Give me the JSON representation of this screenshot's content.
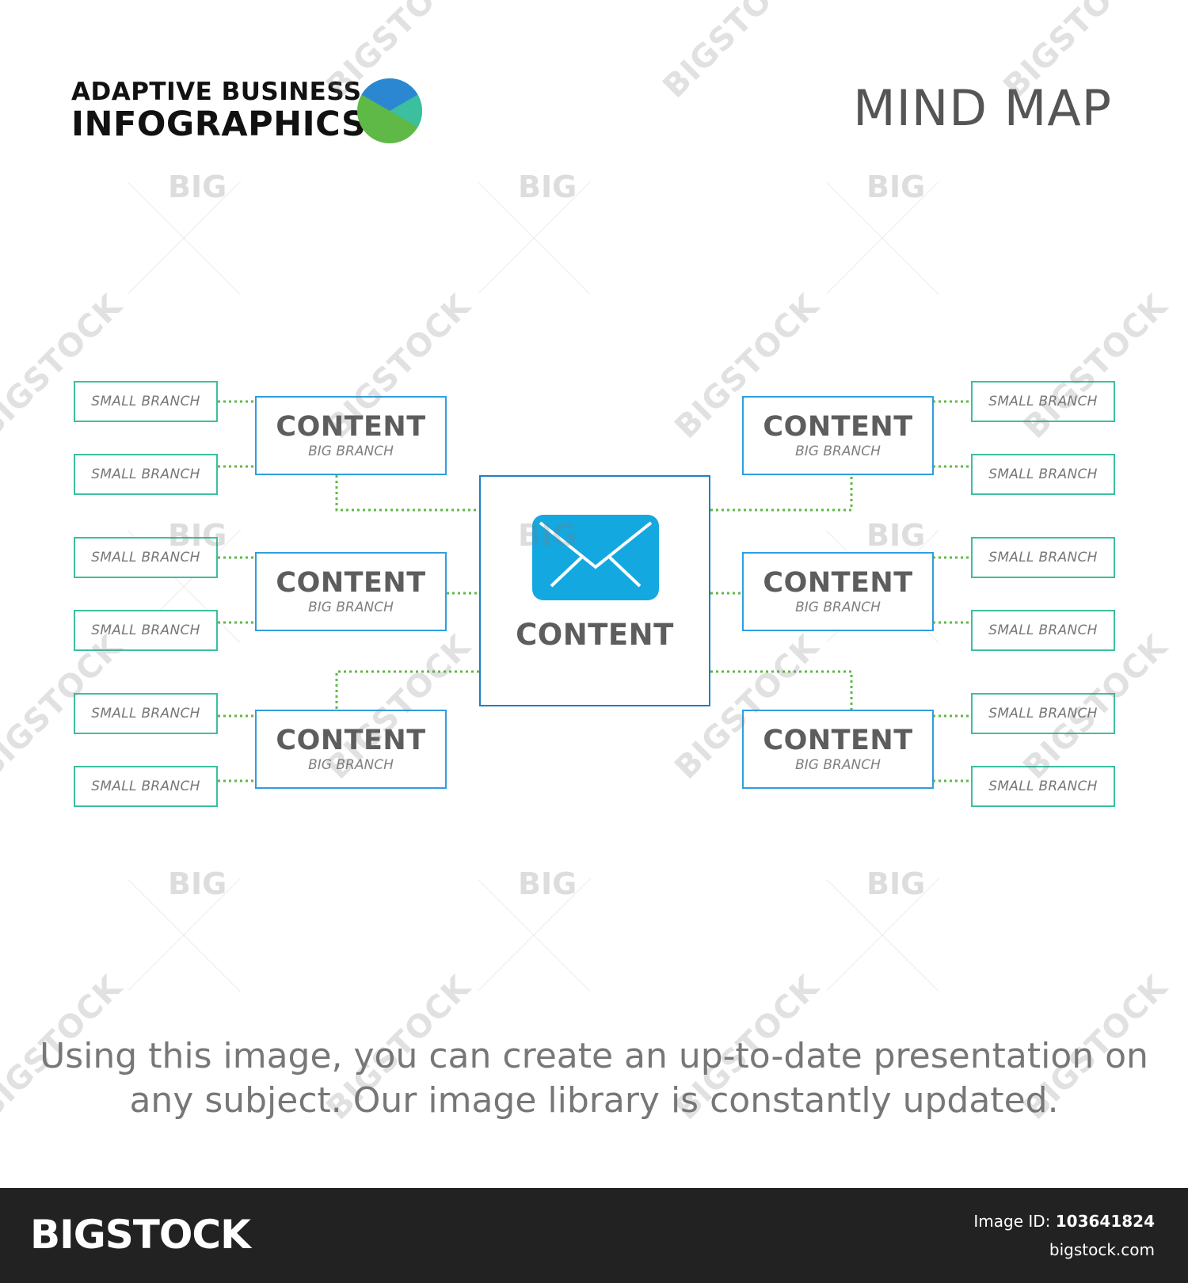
{
  "header": {
    "brand_line1": "ADAPTIVE BUSINESS",
    "brand_line2": "INFOGRAPHICS",
    "title": "MIND MAP",
    "logo_colors": [
      "#2b87d1",
      "#3bbf9e",
      "#5fb946"
    ]
  },
  "center": {
    "label": "CONTENT",
    "icon": "envelope-icon",
    "icon_color": "#14a8e0"
  },
  "branches": [
    {
      "id": "left-top",
      "title": "CONTENT",
      "subtitle": "BIG BRANCH",
      "small": [
        "SMALL BRANCH",
        "SMALL BRANCH"
      ]
    },
    {
      "id": "left-middle",
      "title": "CONTENT",
      "subtitle": "BIG BRANCH",
      "small": [
        "SMALL BRANCH",
        "SMALL BRANCH"
      ]
    },
    {
      "id": "left-bottom",
      "title": "CONTENT",
      "subtitle": "BIG BRANCH",
      "small": [
        "SMALL BRANCH",
        "SMALL BRANCH"
      ]
    },
    {
      "id": "right-top",
      "title": "CONTENT",
      "subtitle": "BIG BRANCH",
      "small": [
        "SMALL BRANCH",
        "SMALL BRANCH"
      ]
    },
    {
      "id": "right-middle",
      "title": "CONTENT",
      "subtitle": "BIG BRANCH",
      "small": [
        "SMALL BRANCH",
        "SMALL BRANCH"
      ]
    },
    {
      "id": "right-bottom",
      "title": "CONTENT",
      "subtitle": "BIG BRANCH",
      "small": [
        "SMALL BRANCH",
        "SMALL BRANCH"
      ]
    }
  ],
  "colors": {
    "big_border": "#2f9ee0",
    "small_border": "#3cbfa0",
    "connector": "#5fb946",
    "center_border": "#1f7fc4"
  },
  "footer": {
    "line1": "Using this image, you can create an up-to-date presentation on",
    "line2": "any subject. Our image library is constantly updated."
  },
  "watermark": {
    "text": "BIGSTOCK",
    "short": "BIG"
  },
  "bottom_bar": {
    "logo": "BIGSTOCK",
    "image_id_label": "Image ID:",
    "image_id": "103641824",
    "site": "bigstock.com"
  }
}
